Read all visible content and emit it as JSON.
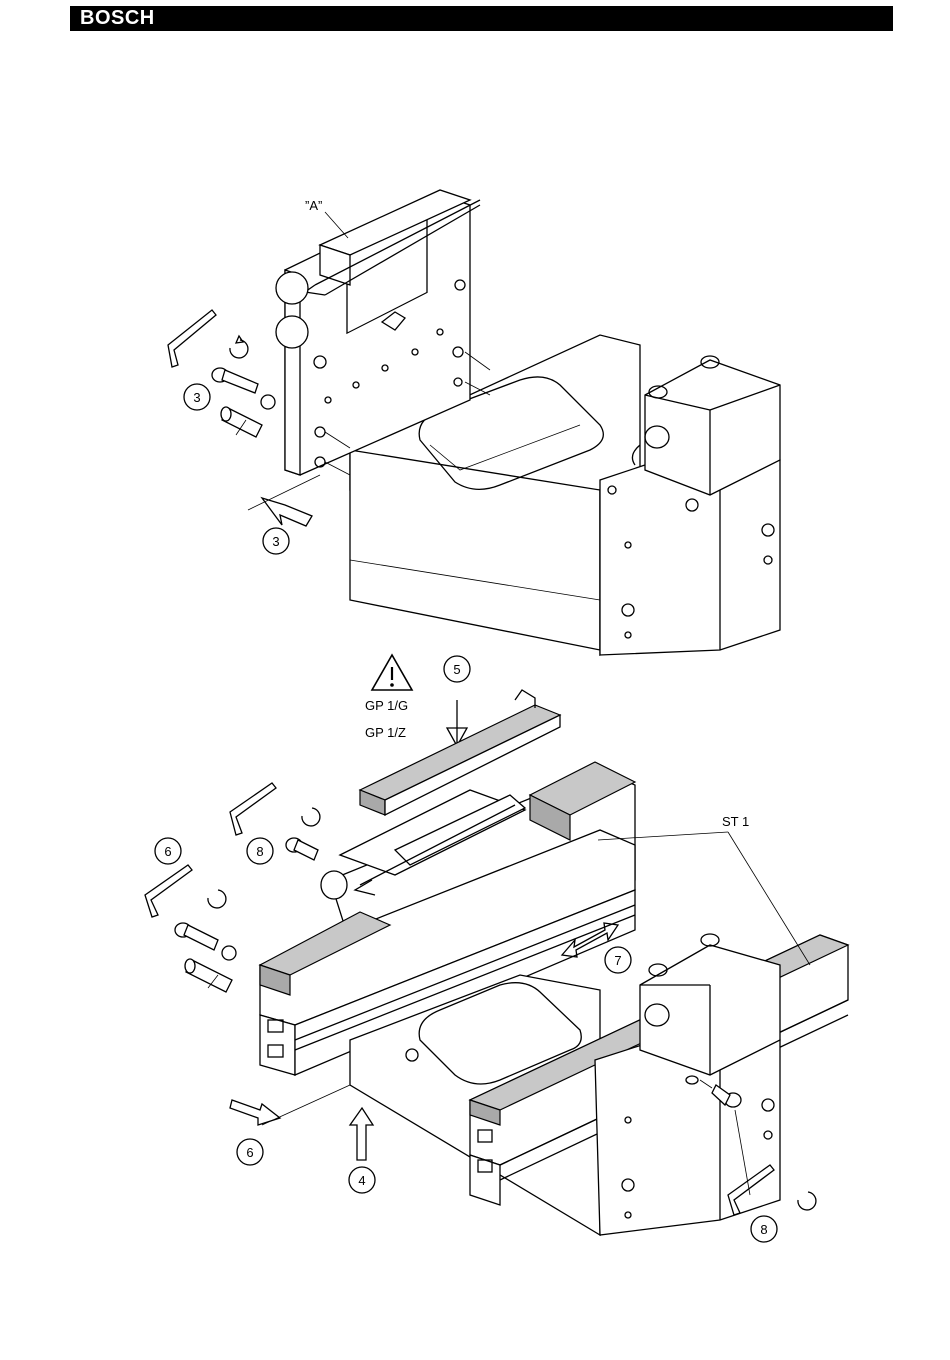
{
  "header": {
    "brand": "BOSCH"
  },
  "upper_figure": {
    "detail_label": "”A”",
    "callouts": [
      "3",
      "3"
    ]
  },
  "lower_figure": {
    "warning_text_1": "GP 1/G",
    "warning_text_2": "GP 1/Z",
    "part_label": "ST 1",
    "callouts": [
      "5",
      "6",
      "8",
      "7",
      "6",
      "4",
      "8"
    ]
  }
}
